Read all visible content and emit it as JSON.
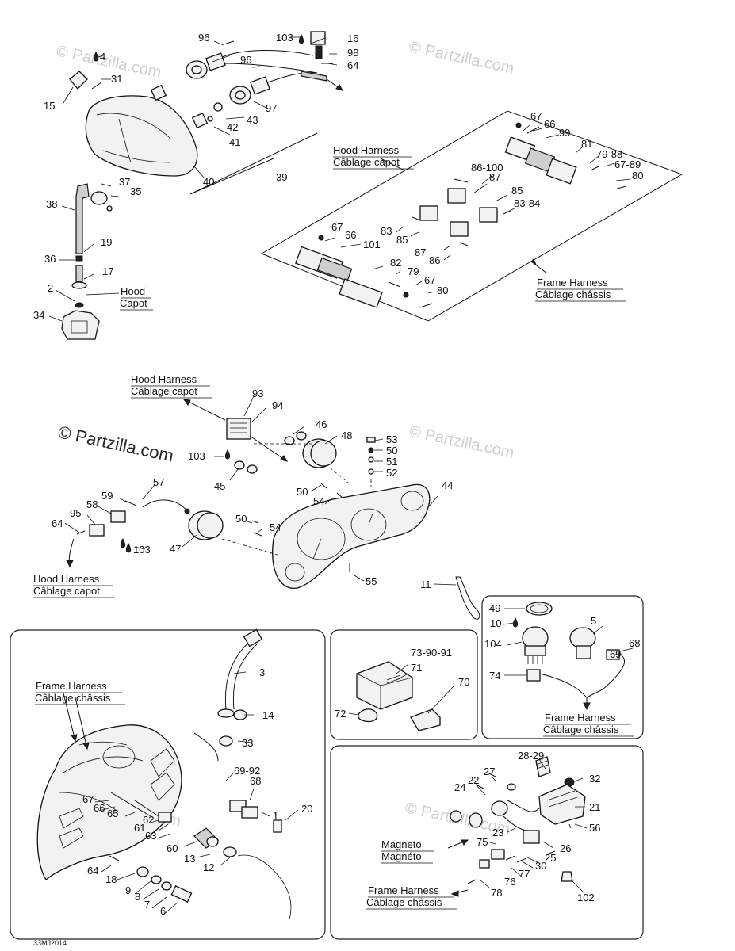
{
  "watermarks": {
    "small": "© Partzilla.com",
    "large": "© Partzilla.com"
  },
  "captions": {
    "hood_harness": "Hood Harness",
    "cablage_capot": "Câblage capot",
    "frame_harness": "Frame Harness",
    "cablage_chassis": "Câblage châssis",
    "hood": "Hood",
    "capot": "Capot",
    "magneto": "Magneto",
    "magneto_fr": "Magnéto"
  },
  "footer_code": "33MJ2014",
  "callouts": [
    "96",
    "103",
    "16",
    "98",
    "64",
    "4",
    "31",
    "15",
    "96",
    "97",
    "43",
    "42",
    "41",
    "40",
    "39",
    "37",
    "35",
    "38",
    "19",
    "36",
    "17",
    "2",
    "34",
    "67",
    "66",
    "99",
    "81",
    "79-88",
    "67-89",
    "80",
    "86-100",
    "87",
    "85",
    "83-84",
    "83",
    "85",
    "67",
    "66",
    "101",
    "87",
    "86",
    "82",
    "79",
    "67",
    "80",
    "93",
    "94",
    "46",
    "48",
    "53",
    "50",
    "51",
    "52",
    "103",
    "45",
    "50",
    "54",
    "44",
    "57",
    "59",
    "58",
    "95",
    "64",
    "103",
    "47",
    "50",
    "54",
    "55",
    "11",
    "3",
    "14",
    "33",
    "69-92",
    "68",
    "1",
    "20",
    "67",
    "66",
    "65",
    "62",
    "61",
    "63",
    "60",
    "13",
    "12",
    "64",
    "18",
    "9",
    "8",
    "7",
    "6",
    "73-90-91",
    "71",
    "70",
    "72",
    "49",
    "10",
    "5",
    "104",
    "69",
    "68",
    "74",
    "28-29",
    "27",
    "32",
    "22",
    "24",
    "21",
    "56",
    "23",
    "26",
    "75",
    "25",
    "30",
    "77",
    "76",
    "78",
    "102"
  ]
}
